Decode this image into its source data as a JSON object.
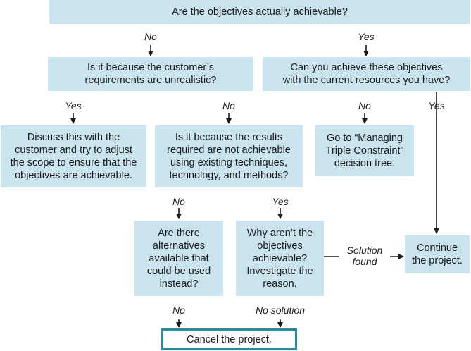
{
  "nodes": {
    "q_achievable": "Are the objectives actually achievable?",
    "q_unrealistic": "Is it because the customer’s\nrequirements are unrealistic?",
    "q_resources": "Can you achieve these objectives\nwith the current resources you have?",
    "discuss": "Discuss this with the\ncustomer and try to adjust\nthe scope to ensure that the\nobjectives are achievable.",
    "q_results": "Is it because the results\nrequired are not achievable\nusing existing techniques,\ntechnology, and methods?",
    "goto_tree": "Go to “Managing\nTriple Constraint”\ndecision tree.",
    "alternatives": "Are there\nalternatives\navailable that\ncould be used\ninstead?",
    "why_not": "Why aren’t the\nobjectives\nachievable?\nInvestigate the\nreason.",
    "continue": "Continue\nthe project.",
    "cancel": "Cancel the project."
  },
  "edge_labels": {
    "achievable_no": "No",
    "achievable_yes": "Yes",
    "unrealistic_yes": "Yes",
    "unrealistic_no": "No",
    "resources_no": "No",
    "resources_yes": "Yes",
    "results_no": "No",
    "results_yes": "Yes",
    "solution_found": "Solution\nfound",
    "alternatives_no": "No",
    "no_solution": "No solution"
  },
  "colors": {
    "box_fill": "#c9e4ef",
    "final_border": "#2a8a9e",
    "line": "#1a1a1a"
  }
}
